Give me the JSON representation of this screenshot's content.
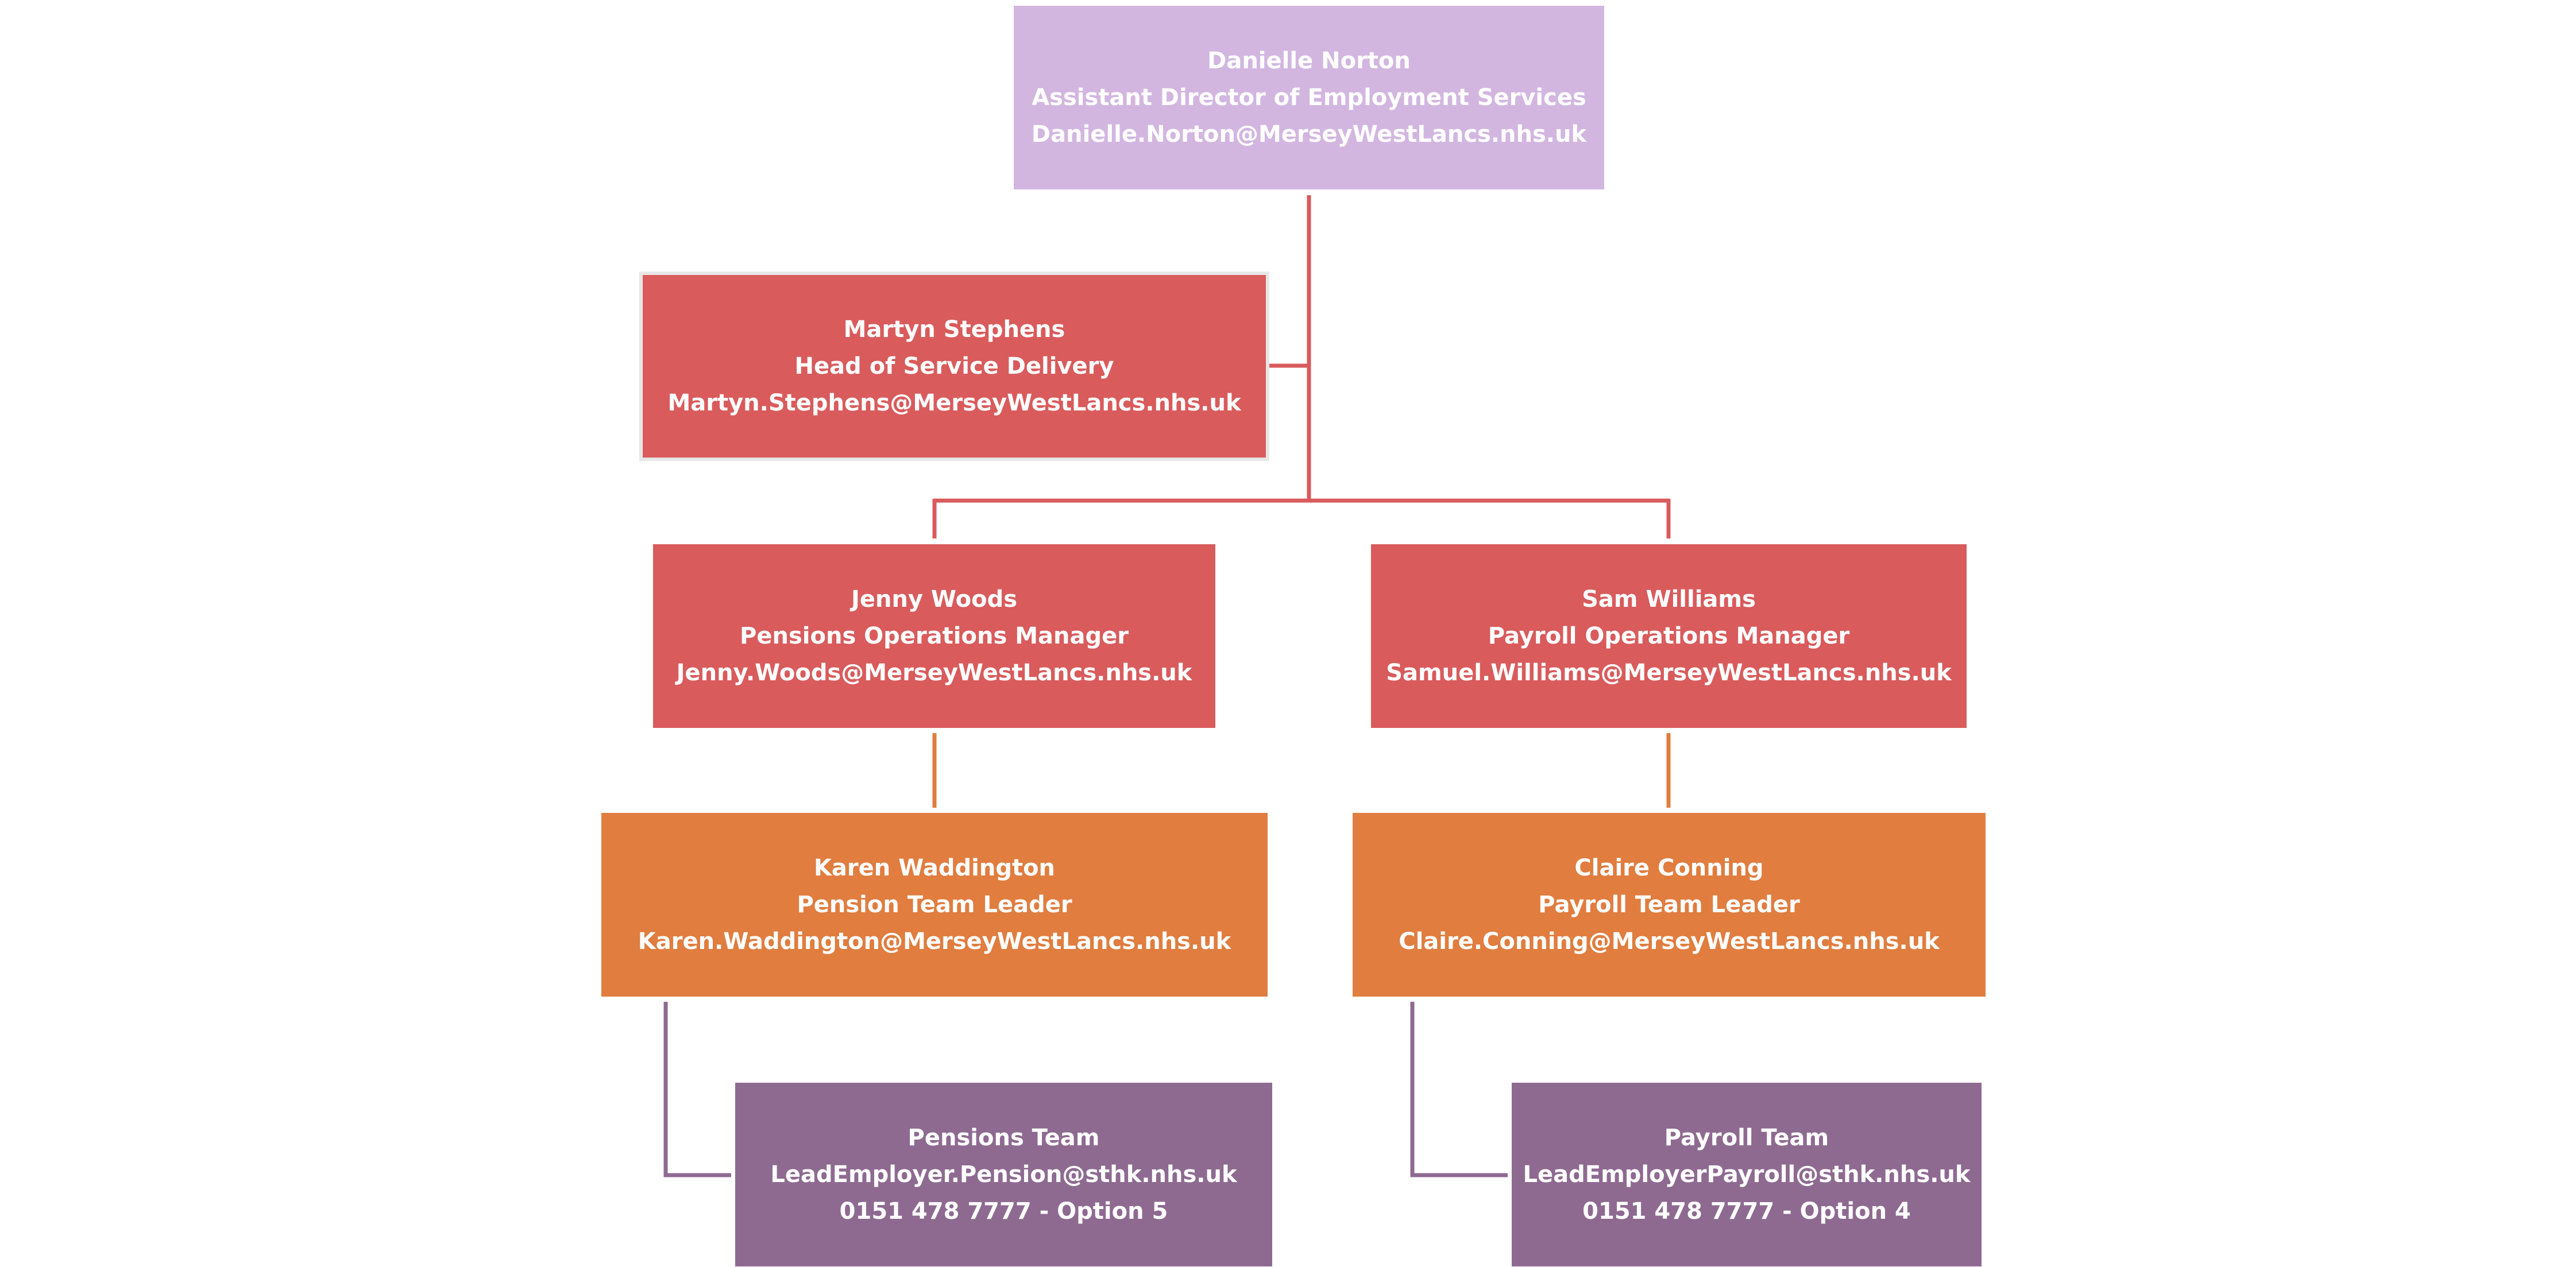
{
  "colors": {
    "top": "#d2b6e0",
    "management": "#d95b5c",
    "team_leader": "#e07d3f",
    "team": "#8e6a91",
    "line_management": "#d95b5c",
    "line_team_leader": "#e07d3f",
    "line_team": "#8e6a91"
  },
  "chart": {
    "top": {
      "name": "Danielle Norton",
      "title": "Assistant Director of Employment Services",
      "contact": "Danielle.Norton@MerseyWestLancs.nhs.uk"
    },
    "head_of_service": {
      "name": "Martyn Stephens",
      "title": "Head of Service Delivery",
      "contact": "Martyn.Stephens@MerseyWestLancs.nhs.uk"
    },
    "pensions_manager": {
      "name": "Jenny Woods",
      "title": "Pensions Operations Manager",
      "contact": "Jenny.Woods@MerseyWestLancs.nhs.uk"
    },
    "payroll_manager": {
      "name": "Sam Williams",
      "title": "Payroll Operations Manager",
      "contact": "Samuel.Williams@MerseyWestLancs.nhs.uk"
    },
    "pension_team_leader": {
      "name": "Karen Waddington",
      "title": "Pension Team Leader",
      "contact": "Karen.Waddington@MerseyWestLancs.nhs.uk"
    },
    "payroll_team_leader": {
      "name": "Claire Conning",
      "title": "Payroll Team Leader",
      "contact": "Claire.Conning@MerseyWestLancs.nhs.uk"
    },
    "pensions_team": {
      "name": "Pensions Team",
      "email": "LeadEmployer.Pension@sthk.nhs.uk",
      "phone": "0151 478 7777 - Option  5"
    },
    "payroll_team": {
      "name": "Payroll Team",
      "email": "LeadEmployerPayroll@sthk.nhs.uk",
      "phone": "0151 478 7777 - Option 4"
    }
  }
}
